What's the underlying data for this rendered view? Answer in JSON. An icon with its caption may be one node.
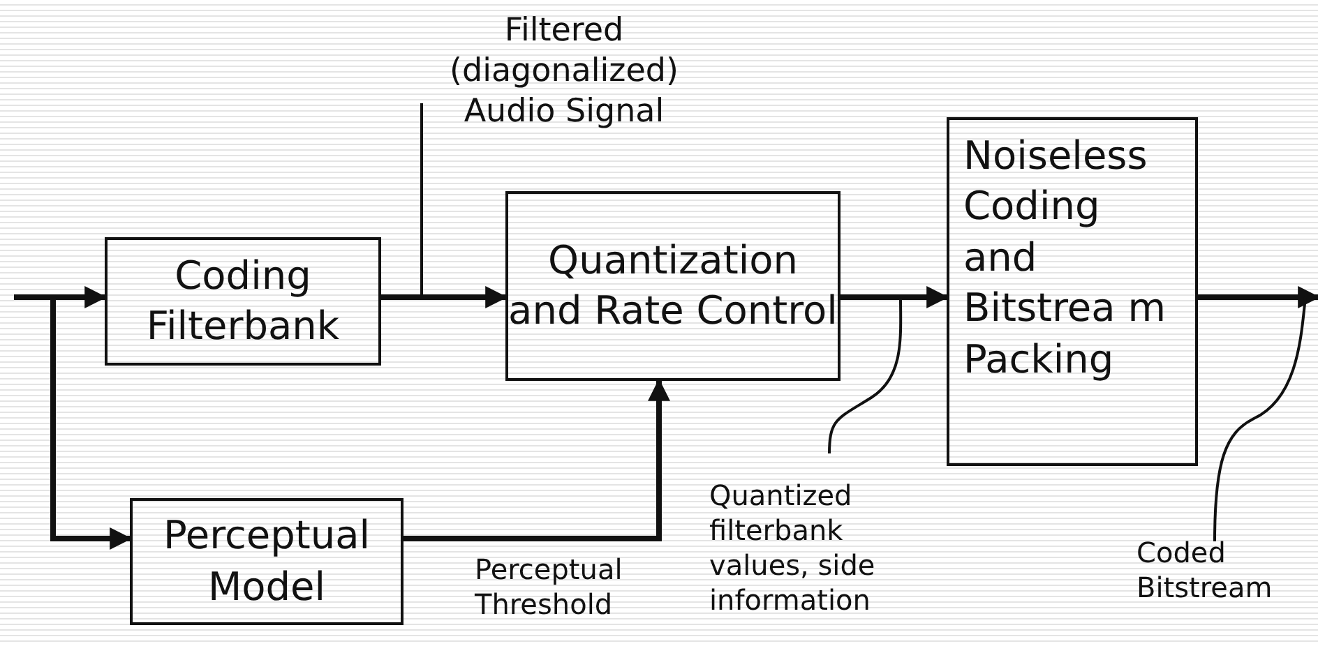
{
  "diagram": {
    "nodes": [
      {
        "text": [
          "Coding Filterbank"
        ]
      },
      {
        "text": [
          "Quantization and Rate Control"
        ]
      },
      {
        "text": [
          "Noiseless Coding and Bitstrea m Packing"
        ]
      },
      {
        "text": [
          "Perceptual Model"
        ]
      },
      {
        "text": [
          "Filtered (diagonalized) Audio Signal"
        ]
      },
      {
        "text": [
          "Quantized filterbank values, side information"
        ]
      },
      {
        "text": [
          "Coded Bitstream"
        ]
      }
    ],
    "edges": [
      {
        "from": null,
        "to": 0,
        "arrow": "to"
      },
      {
        "from": null,
        "to": 3,
        "arrow": "to"
      },
      {
        "from": 0,
        "to": 1,
        "arrow": "to"
      },
      {
        "from": 3,
        "to": 1,
        "arrow": "to"
      },
      {
        "from": 1,
        "to": 2,
        "arrow": "to"
      },
      {
        "from": 2,
        "to": null,
        "arrow": "to"
      },
      {
        "from": 4,
        "to": null,
        "arrow": "none"
      },
      {
        "from": 5,
        "to": null,
        "arrow": "none"
      },
      {
        "from": 6,
        "to": null,
        "arrow": "none"
      }
    ],
    "labels": [
      "Perceptual Threshold"
    ]
  }
}
